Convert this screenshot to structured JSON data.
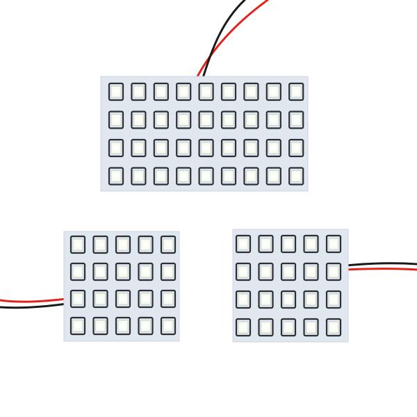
{
  "scene": {
    "background": "#ffffff",
    "board_color": "#e1e7ef",
    "led_color": "#f8fbf0",
    "led_frame_color": "#2b2f36",
    "wire_colors": [
      "#e3231b",
      "#1a1a1a"
    ],
    "panels": [
      {
        "name": "large-panel",
        "columns": 9,
        "rows": 4,
        "wire_side": "top"
      },
      {
        "name": "small-panel-left",
        "columns": 5,
        "rows": 4,
        "wire_side": "left"
      },
      {
        "name": "small-panel-right",
        "columns": 5,
        "rows": 4,
        "wire_side": "right"
      }
    ]
  }
}
